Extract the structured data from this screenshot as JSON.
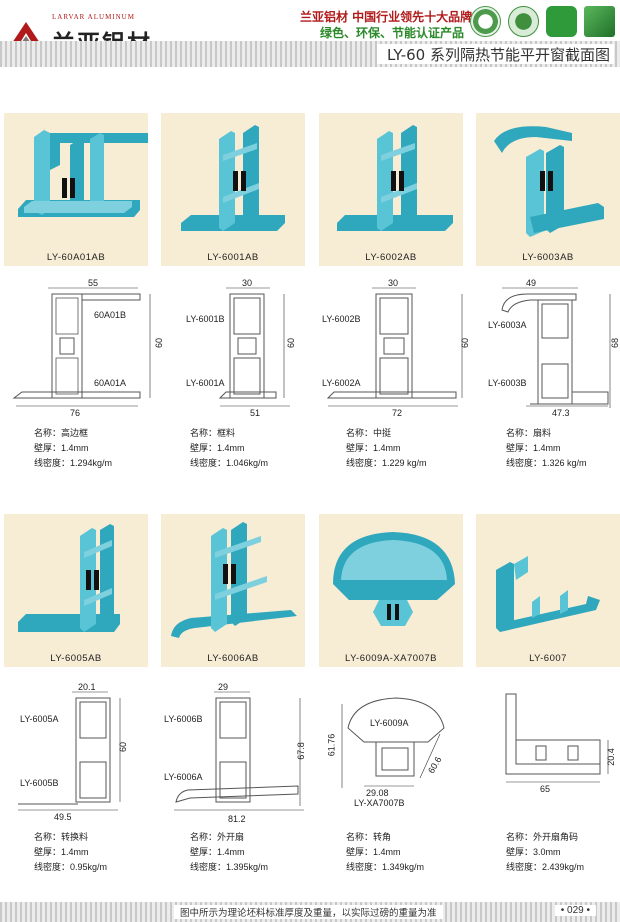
{
  "header": {
    "brand_en": "LARVAR ALUMINUM",
    "brand_cn": "兰亚铝材",
    "slogan_line1": "兰亚铝材  中国行业领先十大品牌",
    "slogan_line2": "绿色、环保、节能认证产品",
    "title": "LY-60 系列隔热节能平开窗截面图",
    "colors": {
      "brand_red": "#b11a1a",
      "slogan_green": "#2a8a2a",
      "profile_teal": "#2fa7bd",
      "card_bg": "#f7ecd4"
    }
  },
  "cards": [
    {
      "label": "LY-60A01AB"
    },
    {
      "label": "LY-6001AB"
    },
    {
      "label": "LY-6002AB"
    },
    {
      "label": "LY-6003AB"
    },
    {
      "label": "LY-6005AB"
    },
    {
      "label": "LY-6006AB"
    },
    {
      "label": "LY-6009A-XA7007B"
    },
    {
      "label": "LY-6007"
    }
  ],
  "drawings": [
    {
      "top_dim": "55",
      "side_dim": "60",
      "bottom_dim": "76",
      "part_top": "60A01B",
      "part_bottom": "60A01A"
    },
    {
      "top_dim": "30",
      "side_dim": "60",
      "bottom_dim": "51",
      "part_top": "LY-6001B",
      "part_bottom": "LY-6001A"
    },
    {
      "top_dim": "30",
      "side_dim": "60",
      "bottom_dim": "72",
      "part_top": "LY-6002B",
      "part_bottom": "LY-6002A"
    },
    {
      "top_dim": "49",
      "side_dim": "68",
      "bottom_dim": "47.3",
      "part_top": "LY-6003A",
      "part_bottom": "LY-6003B"
    },
    {
      "top_dim": "20.1",
      "side_dim": "60",
      "bottom_dim": "49.5",
      "part_top": "LY-6005A",
      "part_bottom": "LY-6005B"
    },
    {
      "top_dim": "29",
      "side_dim": "67.8",
      "bottom_dim": "81.2",
      "part_top": "LY-6006B",
      "part_bottom": "LY-6006A"
    },
    {
      "side_dim": "61.76",
      "bottom_dim": "29.08",
      "diag_dim": "60.6",
      "part_top": "LY-6009A",
      "part_bottom": "LY-XA7007B"
    },
    {
      "side_dim": "20.4",
      "bottom_dim": "65"
    }
  ],
  "specs": [
    {
      "name": "名称：高边框",
      "thickness": "壁厚：1.4mm",
      "density": "线密度：1.294kg/m"
    },
    {
      "name": "名称：框料",
      "thickness": "壁厚：1.4mm",
      "density": "线密度：1.046kg/m"
    },
    {
      "name": "名称：中挺",
      "thickness": "壁厚：1.4mm",
      "density": "线密度：1.229 kg/m"
    },
    {
      "name": "名称：扇料",
      "thickness": "壁厚：1.4mm",
      "density": "线密度：1.326 kg/m"
    },
    {
      "name": "名称：转换料",
      "thickness": "壁厚：1.4mm",
      "density": "线密度：0.95kg/m"
    },
    {
      "name": "名称：外开扇",
      "thickness": "壁厚：1.4mm",
      "density": "线密度：1.395kg/m"
    },
    {
      "name": "名称：转角",
      "thickness": "壁厚：1.4mm",
      "density": "线密度：1.349kg/m"
    },
    {
      "name": "名称：外开扇角码",
      "thickness": "壁厚：3.0mm",
      "density": "线密度：2.439kg/m"
    }
  ],
  "footer": {
    "note": "图中所示为理论坯料标准厚度及重量，以实际过磅的重量为准",
    "page": "• 029 •"
  }
}
